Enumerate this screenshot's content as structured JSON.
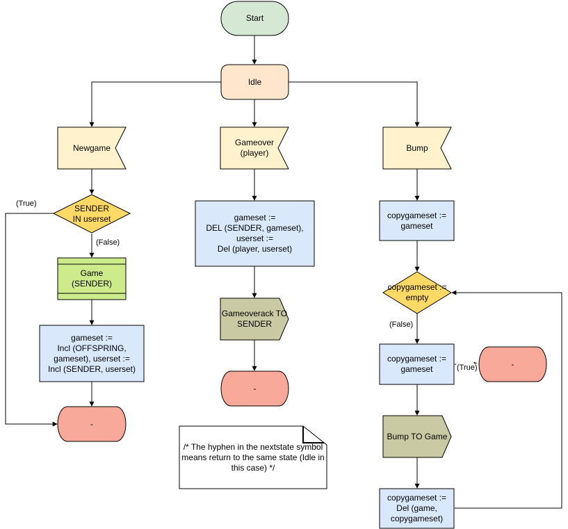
{
  "colors": {
    "start_fill": "#d5e8d4",
    "idle_fill": "#ffe6cc",
    "signal_fill": "#fff2cc",
    "decision_fill": "#ffd966",
    "task_fill": "#dae8fc",
    "procedure_fill": "#cdeb8b",
    "output_fill": "#c9c9a3",
    "nextstate_fill": "#f8a99a",
    "stroke": "#000000"
  },
  "nodes": {
    "start": "Start",
    "idle": "Idle",
    "newgame": "Newgame",
    "gameover": "Gameover\n(player)",
    "bump": "Bump",
    "sender_decision": "SENDER\nIN userset",
    "game_procedure": "Game\n(SENDER)",
    "gameset_incl": "gameset :=\nIncl (OFFSPRING,\ngameset), userset :=\nIncl (SENDER, userset)",
    "nextstate_left": "-",
    "gameset_del": "gameset :=\nDEL (SENDER, gameset),\nuserset :=\nDel (player, userset)",
    "gameoverack_out": "Gameoverack TO\nSENDER",
    "nextstate_mid": "-",
    "copy_init": "copygameset :=\ngameset",
    "copy_decision": "copygameset :=\nempty",
    "copy_task": "copygameset :=\ngameset",
    "nextstate_right": "-",
    "bump_out": "Bump TO Game",
    "copy_del": "copygameset :=\nDel (game,\ncopygameset)"
  },
  "edge_labels": {
    "sender_true": "(True)",
    "sender_false": "(False)",
    "copy_false": "(False)",
    "copy_true": "(True)"
  },
  "note": "/* The hyphen in the nextstate symbol\nmeans return to the same state (Idle in\nthis case) */"
}
